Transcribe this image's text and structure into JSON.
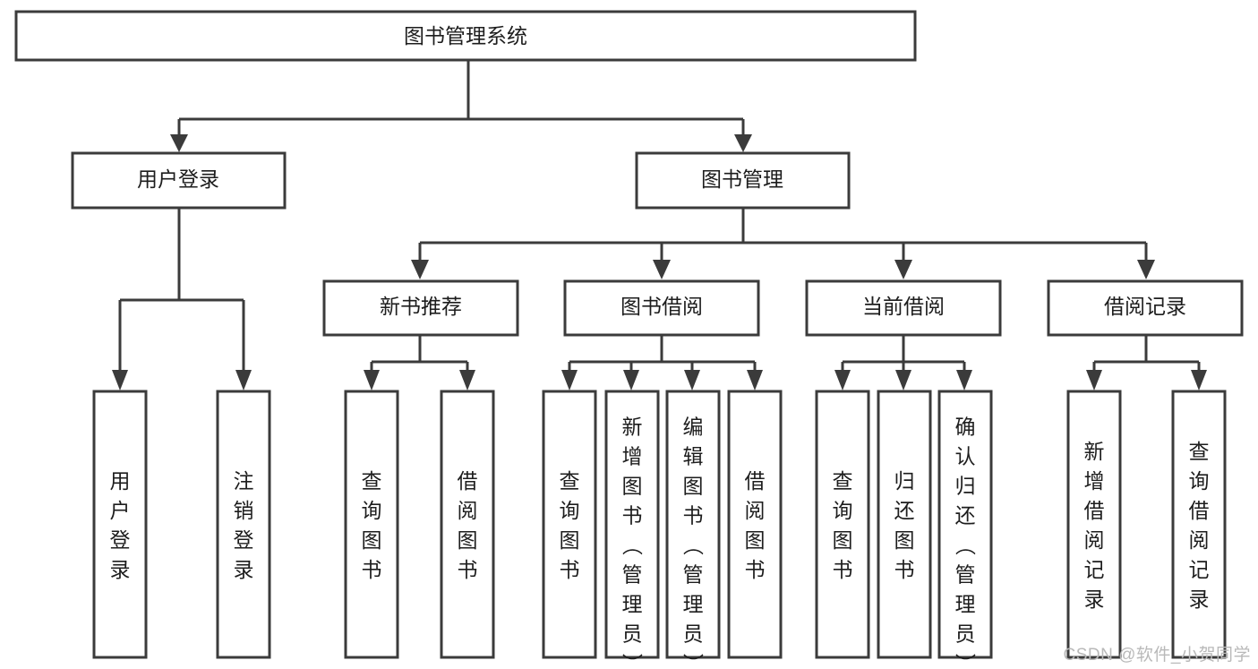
{
  "diagram": {
    "type": "tree-hierarchy",
    "title": "图书管理系统",
    "watermark": "CSDN @软件_小贺同学",
    "colors": {
      "box_stroke": "#3b3b3b",
      "box_fill": "#ffffff",
      "text": "#1d1d1d",
      "connector": "#3b3b3b",
      "watermark": "#b9b9b9",
      "background": "#ffffff"
    },
    "levels": {
      "root": {
        "label": "图书管理系统",
        "orientation": "horizontal"
      },
      "level2": [
        {
          "id": "user-login",
          "label": "用户登录",
          "orientation": "horizontal"
        },
        {
          "id": "book-manage",
          "label": "图书管理",
          "orientation": "horizontal"
        }
      ],
      "level3": [
        {
          "id": "new-book-recommend",
          "label": "新书推荐",
          "orientation": "horizontal",
          "parent": "book-manage"
        },
        {
          "id": "book-borrow",
          "label": "图书借阅",
          "orientation": "horizontal",
          "parent": "book-manage"
        },
        {
          "id": "current-borrow",
          "label": "当前借阅",
          "orientation": "horizontal",
          "parent": "book-manage"
        },
        {
          "id": "borrow-record",
          "label": "借阅记录",
          "orientation": "horizontal",
          "parent": "book-manage"
        }
      ],
      "leaves": [
        {
          "id": "leaf-user-login",
          "label": "用户登录",
          "orientation": "vertical",
          "parent": "user-login"
        },
        {
          "id": "leaf-logout-login",
          "label": "注销登录",
          "orientation": "vertical",
          "parent": "user-login"
        },
        {
          "id": "leaf-query-book-1",
          "label": "查询图书",
          "orientation": "vertical",
          "parent": "new-book-recommend"
        },
        {
          "id": "leaf-borrow-book-1",
          "label": "借阅图书",
          "orientation": "vertical",
          "parent": "new-book-recommend"
        },
        {
          "id": "leaf-query-book-2",
          "label": "查询图书",
          "orientation": "vertical",
          "parent": "book-borrow"
        },
        {
          "id": "leaf-add-book",
          "label": "新增图书（管理员）",
          "orientation": "vertical",
          "parent": "book-borrow"
        },
        {
          "id": "leaf-edit-book",
          "label": "编辑图书（管理员）",
          "orientation": "vertical",
          "parent": "book-borrow"
        },
        {
          "id": "leaf-borrow-book-2",
          "label": "借阅图书",
          "orientation": "vertical",
          "parent": "book-borrow"
        },
        {
          "id": "leaf-query-book-3",
          "label": "查询图书",
          "orientation": "vertical",
          "parent": "current-borrow"
        },
        {
          "id": "leaf-return-book",
          "label": "归还图书",
          "orientation": "vertical",
          "parent": "current-borrow"
        },
        {
          "id": "leaf-confirm-return",
          "label": "确认归还（管理员）",
          "orientation": "vertical",
          "parent": "current-borrow"
        },
        {
          "id": "leaf-add-record",
          "label": "新增借阅记录",
          "orientation": "vertical",
          "parent": "borrow-record"
        },
        {
          "id": "leaf-query-record",
          "label": "查询借阅记录",
          "orientation": "vertical",
          "parent": "borrow-record"
        }
      ]
    }
  }
}
